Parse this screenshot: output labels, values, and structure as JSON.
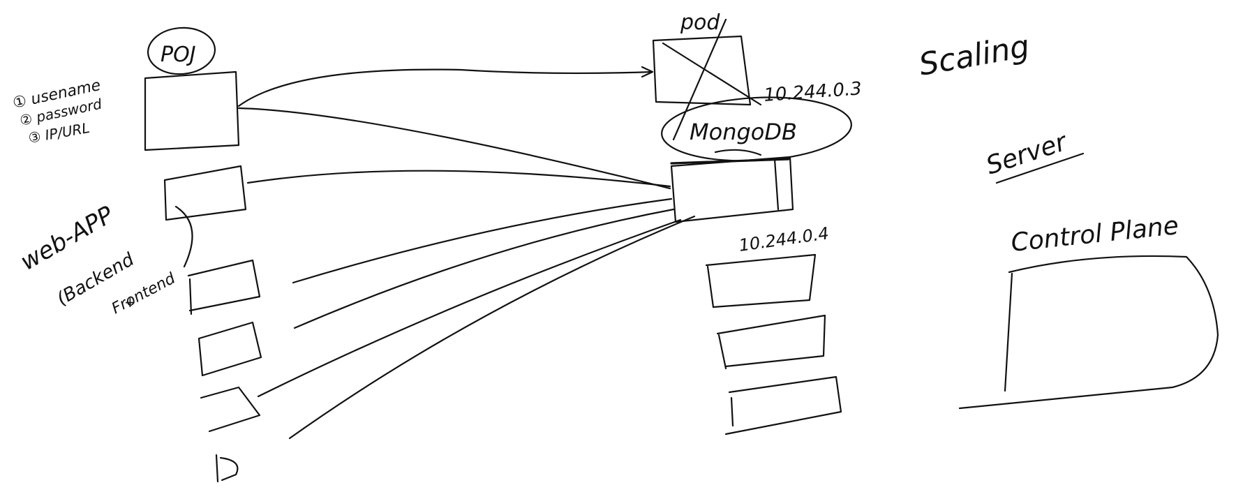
{
  "colors": {
    "ink": "#111111",
    "background": "#ffffff"
  },
  "left_group": {
    "pod_label": "POJ",
    "credentials": [
      "① usename",
      "② password",
      "③ IP/URL"
    ],
    "app_label": "web-APP",
    "app_sublabel": "(Backend",
    "plus": "+",
    "frontend": "Frontend"
  },
  "right_group": {
    "pod_label": "pod",
    "ip_top": "10.244.0.3",
    "scaling": "Scaling",
    "db_label": "MongoDB",
    "ip_db": "10.244.0.4"
  },
  "side": {
    "server": "Server",
    "control_plane": "Control Plane"
  }
}
